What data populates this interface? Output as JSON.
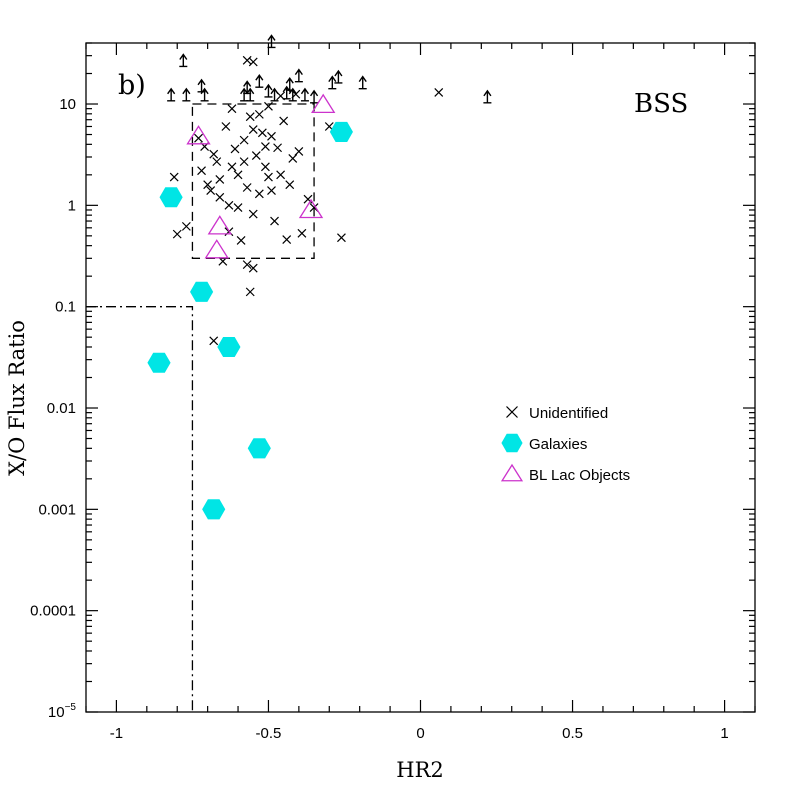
{
  "chart_data": {
    "type": "scatter",
    "panel_label": "b)",
    "annotation": "BSS",
    "xlabel": "HR2",
    "ylabel": "X/O Flux Ratio",
    "xlim": [
      -1.1,
      1.1
    ],
    "ylim": [
      1e-05,
      40
    ],
    "yscale": "log",
    "grid": false,
    "x_ticks": [
      {
        "value": -1,
        "label": "-1"
      },
      {
        "value": -0.5,
        "label": "-0.5"
      },
      {
        "value": 0,
        "label": "0"
      },
      {
        "value": 0.5,
        "label": "0.5"
      },
      {
        "value": 1,
        "label": "1"
      }
    ],
    "y_ticks": [
      {
        "value": 1e-05,
        "label": "10",
        "sup": "−5"
      },
      {
        "value": 0.0001,
        "label": "0.0001",
        "sup": ""
      },
      {
        "value": 0.001,
        "label": "0.001",
        "sup": ""
      },
      {
        "value": 0.01,
        "label": "0.01",
        "sup": ""
      },
      {
        "value": 0.1,
        "label": "0.1",
        "sup": ""
      },
      {
        "value": 1,
        "label": "1",
        "sup": ""
      },
      {
        "value": 10,
        "label": "10",
        "sup": ""
      }
    ],
    "legend_position": "center-right",
    "series": [
      {
        "name": "Unidentified",
        "marker": "x",
        "color": "#000000",
        "points": [
          [
            -0.81,
            1.9
          ],
          [
            -0.8,
            0.52
          ],
          [
            -0.77,
            0.62
          ],
          [
            -0.73,
            4.6
          ],
          [
            -0.72,
            2.2
          ],
          [
            -0.71,
            3.8
          ],
          [
            -0.7,
            1.6
          ],
          [
            -0.69,
            1.4
          ],
          [
            -0.68,
            3.2
          ],
          [
            -0.67,
            2.7
          ],
          [
            -0.66,
            1.2
          ],
          [
            -0.65,
            0.28
          ],
          [
            -0.64,
            6.0
          ],
          [
            -0.63,
            1.0
          ],
          [
            -0.62,
            9.0
          ],
          [
            -0.61,
            3.6
          ],
          [
            -0.6,
            2.0
          ],
          [
            -0.59,
            0.45
          ],
          [
            -0.58,
            4.4
          ],
          [
            -0.57,
            1.5
          ],
          [
            -0.56,
            7.5
          ],
          [
            -0.55,
            0.82
          ],
          [
            -0.54,
            3.1
          ],
          [
            -0.53,
            1.3
          ],
          [
            -0.52,
            5.2
          ],
          [
            -0.51,
            2.4
          ],
          [
            -0.5,
            9.5
          ],
          [
            -0.49,
            1.4
          ],
          [
            -0.48,
            0.7
          ],
          [
            -0.47,
            3.7
          ],
          [
            -0.46,
            2.0
          ],
          [
            -0.45,
            6.8
          ],
          [
            -0.43,
            1.6
          ],
          [
            -0.42,
            2.9
          ],
          [
            -0.4,
            3.4
          ],
          [
            -0.39,
            0.53
          ],
          [
            -0.37,
            1.15
          ],
          [
            -0.35,
            0.95
          ],
          [
            -0.58,
            2.7
          ],
          [
            -0.55,
            5.6
          ],
          [
            -0.53,
            7.9
          ],
          [
            -0.51,
            3.8
          ],
          [
            -0.5,
            1.9
          ],
          [
            -0.49,
            4.8
          ],
          [
            -0.57,
            0.26
          ],
          [
            -0.56,
            0.14
          ],
          [
            -0.55,
            0.24
          ],
          [
            -0.68,
            0.046
          ],
          [
            -0.44,
            0.46
          ],
          [
            -0.26,
            0.48
          ],
          [
            -0.3,
            6.0
          ],
          [
            0.06,
            13.0
          ],
          [
            -0.57,
            27.0
          ],
          [
            -0.55,
            26.0
          ],
          [
            -0.41,
            12.5
          ],
          [
            -0.46,
            12.0
          ],
          [
            -0.63,
            0.55
          ],
          [
            -0.6,
            0.95
          ],
          [
            -0.66,
            1.8
          ],
          [
            -0.62,
            2.4
          ]
        ]
      },
      {
        "name": "",
        "marker": "lower-limit-arrow",
        "color": "#000000",
        "points": [
          [
            -0.82,
            11.0
          ],
          [
            -0.78,
            24.0
          ],
          [
            -0.77,
            11.0
          ],
          [
            -0.72,
            13.5
          ],
          [
            -0.71,
            11.0
          ],
          [
            -0.58,
            11.0
          ],
          [
            -0.57,
            13.0
          ],
          [
            -0.56,
            11.0
          ],
          [
            -0.53,
            15.0
          ],
          [
            -0.5,
            12.0
          ],
          [
            -0.49,
            37.0
          ],
          [
            -0.48,
            11.0
          ],
          [
            -0.44,
            11.5
          ],
          [
            -0.43,
            14.0
          ],
          [
            -0.42,
            11.0
          ],
          [
            -0.4,
            17.0
          ],
          [
            -0.38,
            11.0
          ],
          [
            -0.35,
            10.5
          ],
          [
            -0.29,
            14.5
          ],
          [
            -0.27,
            16.5
          ],
          [
            -0.19,
            14.5
          ],
          [
            0.22,
            10.5
          ]
        ]
      },
      {
        "name": "Galaxies",
        "marker": "hexagon",
        "color": "#00e5e5",
        "points": [
          [
            -0.82,
            1.2
          ],
          [
            -0.72,
            0.14
          ],
          [
            -0.86,
            0.028
          ],
          [
            -0.63,
            0.04
          ],
          [
            -0.53,
            0.004
          ],
          [
            -0.68,
            0.001
          ],
          [
            -0.26,
            5.3
          ]
        ]
      },
      {
        "name": "BL Lac Objects",
        "marker": "triangle",
        "color": "#cc33cc",
        "points": [
          [
            -0.73,
            4.8
          ],
          [
            -0.66,
            0.62
          ],
          [
            -0.67,
            0.36
          ],
          [
            -0.36,
            0.9
          ],
          [
            -0.32,
            9.8
          ]
        ]
      }
    ],
    "regions": [
      {
        "kind": "dashed-box",
        "x": [
          -0.75,
          -0.35
        ],
        "y": [
          0.3,
          10
        ]
      },
      {
        "kind": "dash-dot-corner",
        "x": [
          -1.1,
          -0.75
        ],
        "y": [
          1e-05,
          0.1
        ]
      }
    ]
  }
}
